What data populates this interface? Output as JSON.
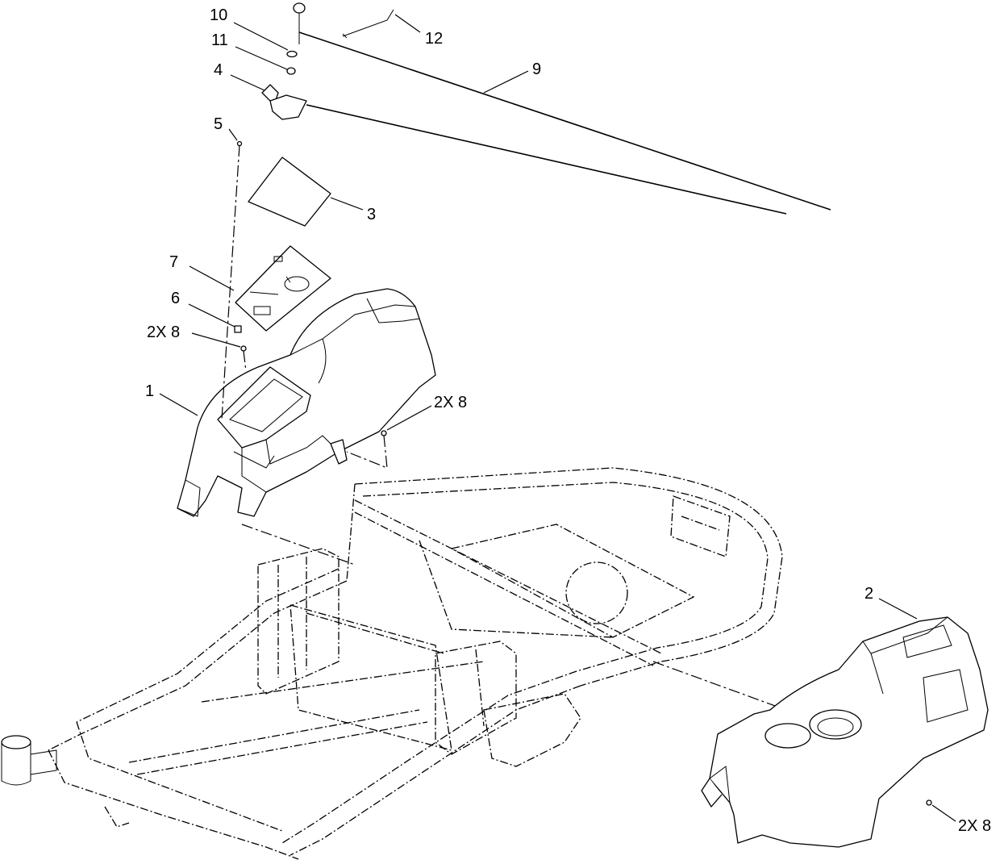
{
  "callouts": [
    {
      "id": "10",
      "label": "10"
    },
    {
      "id": "11",
      "label": "11"
    },
    {
      "id": "4",
      "label": "4"
    },
    {
      "id": "5",
      "label": "5"
    },
    {
      "id": "12",
      "label": "12"
    },
    {
      "id": "9",
      "label": "9"
    },
    {
      "id": "3",
      "label": "3"
    },
    {
      "id": "7",
      "label": "7"
    },
    {
      "id": "6",
      "label": "6"
    },
    {
      "id": "8a",
      "label": "2X 8"
    },
    {
      "id": "1",
      "label": "1"
    },
    {
      "id": "8b",
      "label": "2X 8"
    },
    {
      "id": "2",
      "label": "2"
    },
    {
      "id": "8c",
      "label": "2X 8"
    }
  ]
}
